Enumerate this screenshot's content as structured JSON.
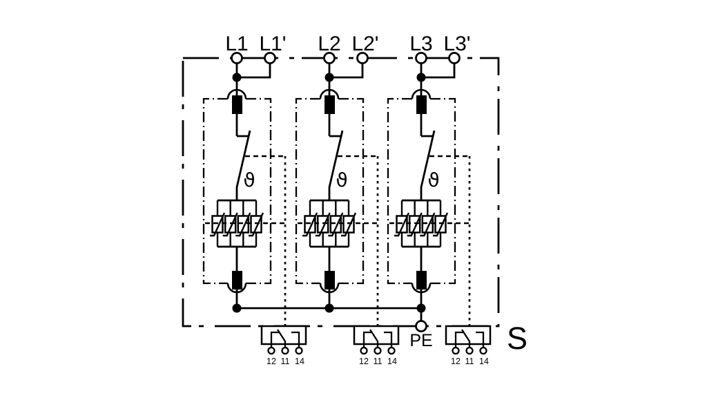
{
  "diagram": {
    "colors": {
      "line": "#000000",
      "background": "#ffffff"
    },
    "phase_labels": {
      "l1": "L1",
      "l1_prime": "L1'",
      "l2": "L2",
      "l2_prime": "L2'",
      "l3": "L3",
      "l3_prime": "L3'"
    },
    "earth_label": "PE",
    "signal_label": "S",
    "thermal_symbol": "ϑ",
    "contact_labels": {
      "nc": "12",
      "com": "11",
      "no": "14"
    }
  }
}
